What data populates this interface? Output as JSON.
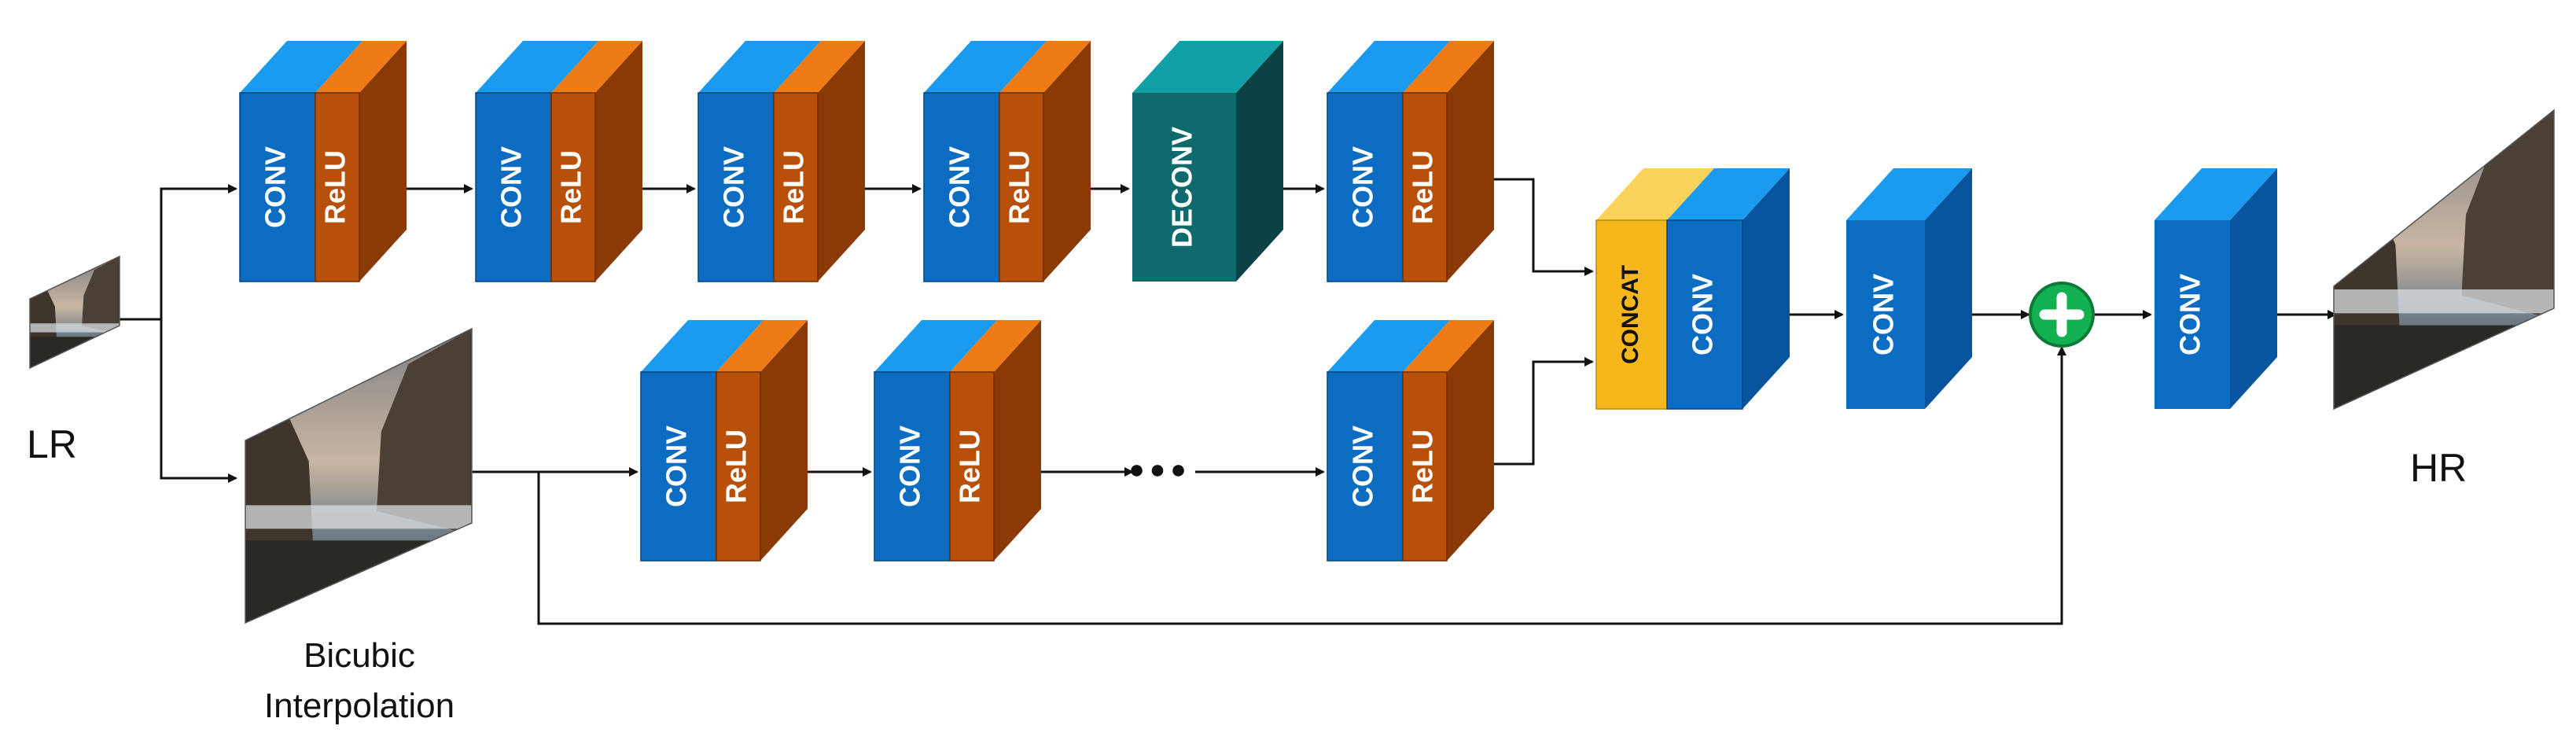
{
  "labels": {
    "lr": "LR",
    "hr": "HR",
    "bicubic_line1": "Bicubic",
    "bicubic_line2": "Interpolation",
    "ellipsis": "●●●"
  },
  "blocks": {
    "conv": "CONV",
    "relu": "ReLU",
    "deconv": "DECONV",
    "concat": "CONCAT"
  },
  "colors": {
    "conv_front": "#0b6cc2",
    "conv_top": "#1a9bf0",
    "conv_side": "#07559e",
    "relu_front": "#b8500a",
    "relu_top": "#ef7b16",
    "relu_side": "#8b3a05",
    "deconv_front": "#0f6a6e",
    "deconv_top": "#11a0a6",
    "deconv_side": "#0a4246",
    "concat_front": "#f6b71a",
    "concat_top": "#fbd35a",
    "add_green": "#12b050",
    "arrow": "#111111"
  },
  "icons": {
    "add": "plus-circle-icon"
  }
}
